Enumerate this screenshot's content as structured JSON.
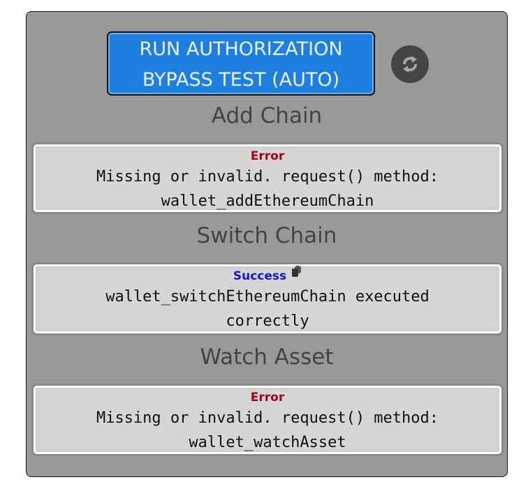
{
  "header": {
    "run_button_line1": "RUN AUTHORIZATION",
    "run_button_line2": "BYPASS TEST (AUTO)",
    "refresh_icon": "refresh-icon"
  },
  "sections": [
    {
      "title": "Add Chain",
      "status": "Error",
      "message_line1": "Missing or invalid. request() method:",
      "message_line2": "wallet_addEthereumChain"
    },
    {
      "title": "Switch Chain",
      "status": "Success",
      "copy_icon": "copy-icon",
      "message_line1": "wallet_switchEthereumChain executed",
      "message_line2": "correctly"
    },
    {
      "title": "Watch Asset",
      "status": "Error",
      "message_line1": "Missing or invalid. request() method:",
      "message_line2": "wallet_watchAsset"
    }
  ],
  "colors": {
    "panel_bg": "#999999",
    "button_bg": "#1f7fe0",
    "error": "#a8001c",
    "success": "#1515d6",
    "card_bg": "#d6d6d6"
  }
}
